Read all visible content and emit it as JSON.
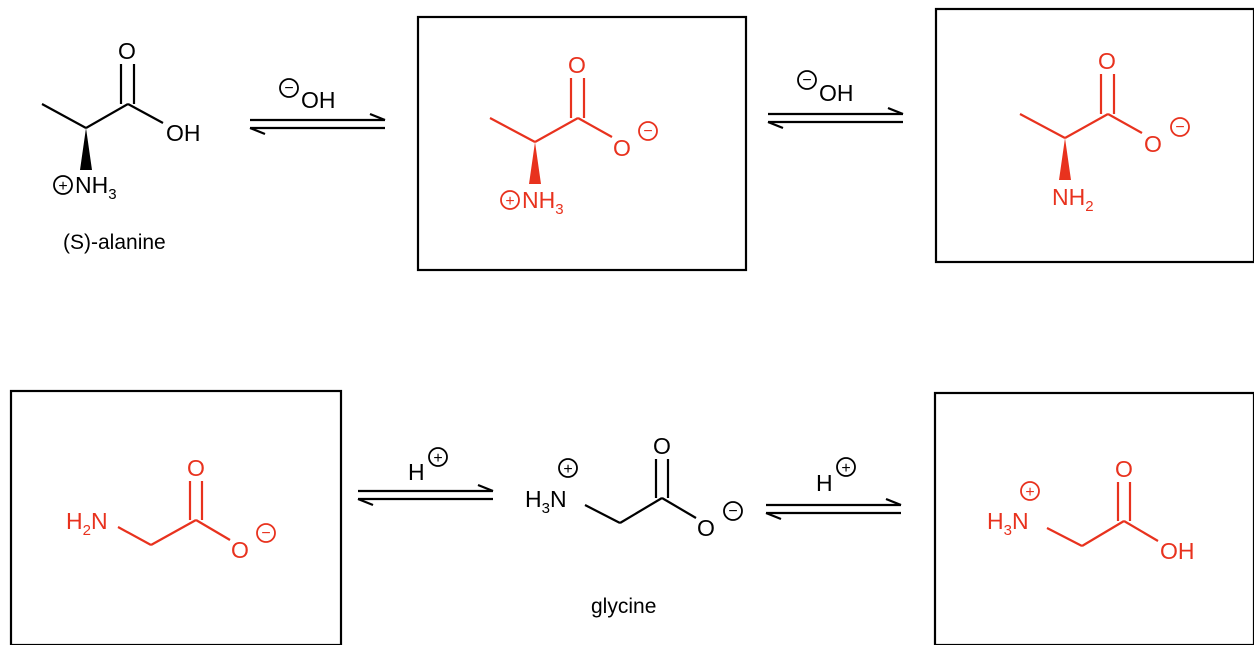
{
  "colors": {
    "highlight": "#e8321e",
    "ink": "#000000",
    "background": "#ffffff"
  },
  "labels": {
    "oxygen": "O",
    "hydroxyl": "OH",
    "nitrogen": "N",
    "hydrogen": "H",
    "sub2": "2",
    "sub3": "3",
    "charge_plus": "+",
    "charge_minus": "−"
  },
  "reagents": {
    "hydroxide": "OH",
    "proton": "H"
  },
  "captions": {
    "alanine": "(S)-alanine",
    "glycine": "glycine"
  }
}
